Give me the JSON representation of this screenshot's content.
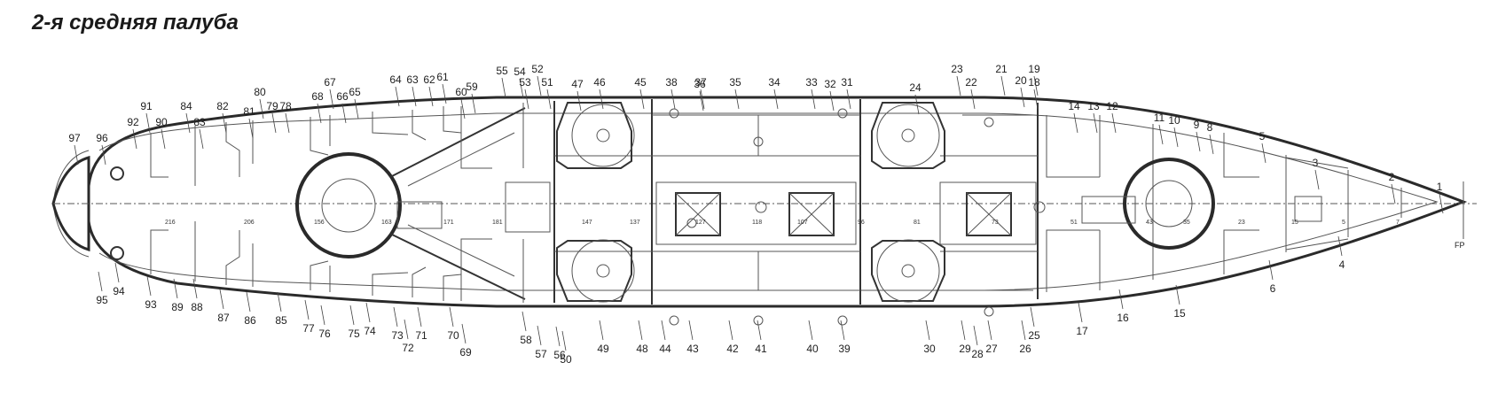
{
  "title": "2-я средняя палуба",
  "colors": {
    "line": "#2a2a2a",
    "text": "#222222",
    "background": "#ffffff"
  },
  "end_label": "FP",
  "labels_top": [
    "97",
    "96",
    "92",
    "91",
    "90",
    "84",
    "83",
    "82",
    "81",
    "80",
    "79",
    "78",
    "68",
    "67",
    "66",
    "65",
    "64",
    "63",
    "62",
    "61",
    "60",
    "59",
    "55",
    "54",
    "53",
    "52",
    "51",
    "47",
    "46",
    "45",
    "38",
    "37",
    "36",
    "35",
    "34",
    "33",
    "32",
    "31",
    "24",
    "23",
    "22",
    "21",
    "20",
    "19",
    "18",
    "14",
    "13",
    "12",
    "11",
    "10",
    "9",
    "8",
    "5",
    "3",
    "2",
    "1"
  ],
  "labels_bottom": [
    "95",
    "94",
    "93",
    "89",
    "88",
    "87",
    "86",
    "85",
    "77",
    "76",
    "75",
    "74",
    "73",
    "72",
    "71",
    "70",
    "69",
    "58",
    "57",
    "56",
    "50",
    "49",
    "48",
    "44",
    "43",
    "42",
    "41",
    "40",
    "39",
    "30",
    "29",
    "28",
    "27",
    "26",
    "25",
    "17",
    "16",
    "15",
    "6",
    "4"
  ],
  "frame_numbers": [
    "216",
    "206",
    "156",
    "163",
    "171",
    "181",
    "147",
    "137",
    "127",
    "118",
    "107",
    "96",
    "81",
    "73",
    "51",
    "43",
    "35",
    "23",
    "15",
    "5",
    "7"
  ]
}
